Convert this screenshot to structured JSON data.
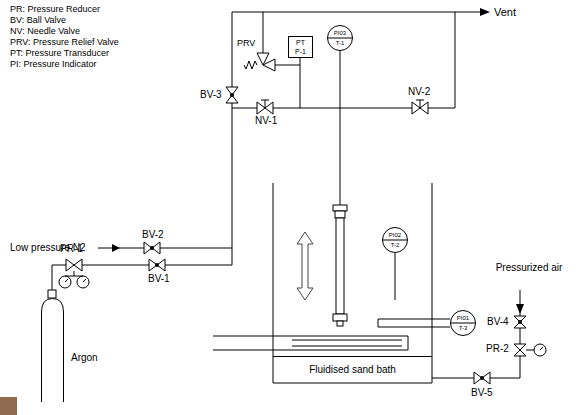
{
  "diagram": {
    "nodes": [
      {
        "text": [
          "PT",
          "P-1"
        ]
      },
      {
        "text": [
          "PI03",
          "T-1"
        ]
      },
      {
        "text": [
          "PI02",
          "T-2"
        ]
      },
      {
        "text": [
          "Argon"
        ]
      },
      {
        "text": [
          "PI01",
          "T-3"
        ]
      },
      {
        "text": [
          "Fluidised sand bath"
        ]
      }
    ],
    "labels": [
      "PR: Pressure Reducer",
      "BV: Ball Valve",
      "NV: Needle Valve",
      "PRV: Pressure Relief Valve",
      "PT: Pressure Transducer",
      "PI: Pressure Indicator",
      "Vent",
      "PRV",
      "BV-3",
      "NV-1",
      "NV-2",
      "Low pressure N2",
      "BV-2",
      "PR-1",
      "BV-1",
      "Pressurized air",
      "BV-4",
      "PR-2",
      "BV-5"
    ]
  }
}
